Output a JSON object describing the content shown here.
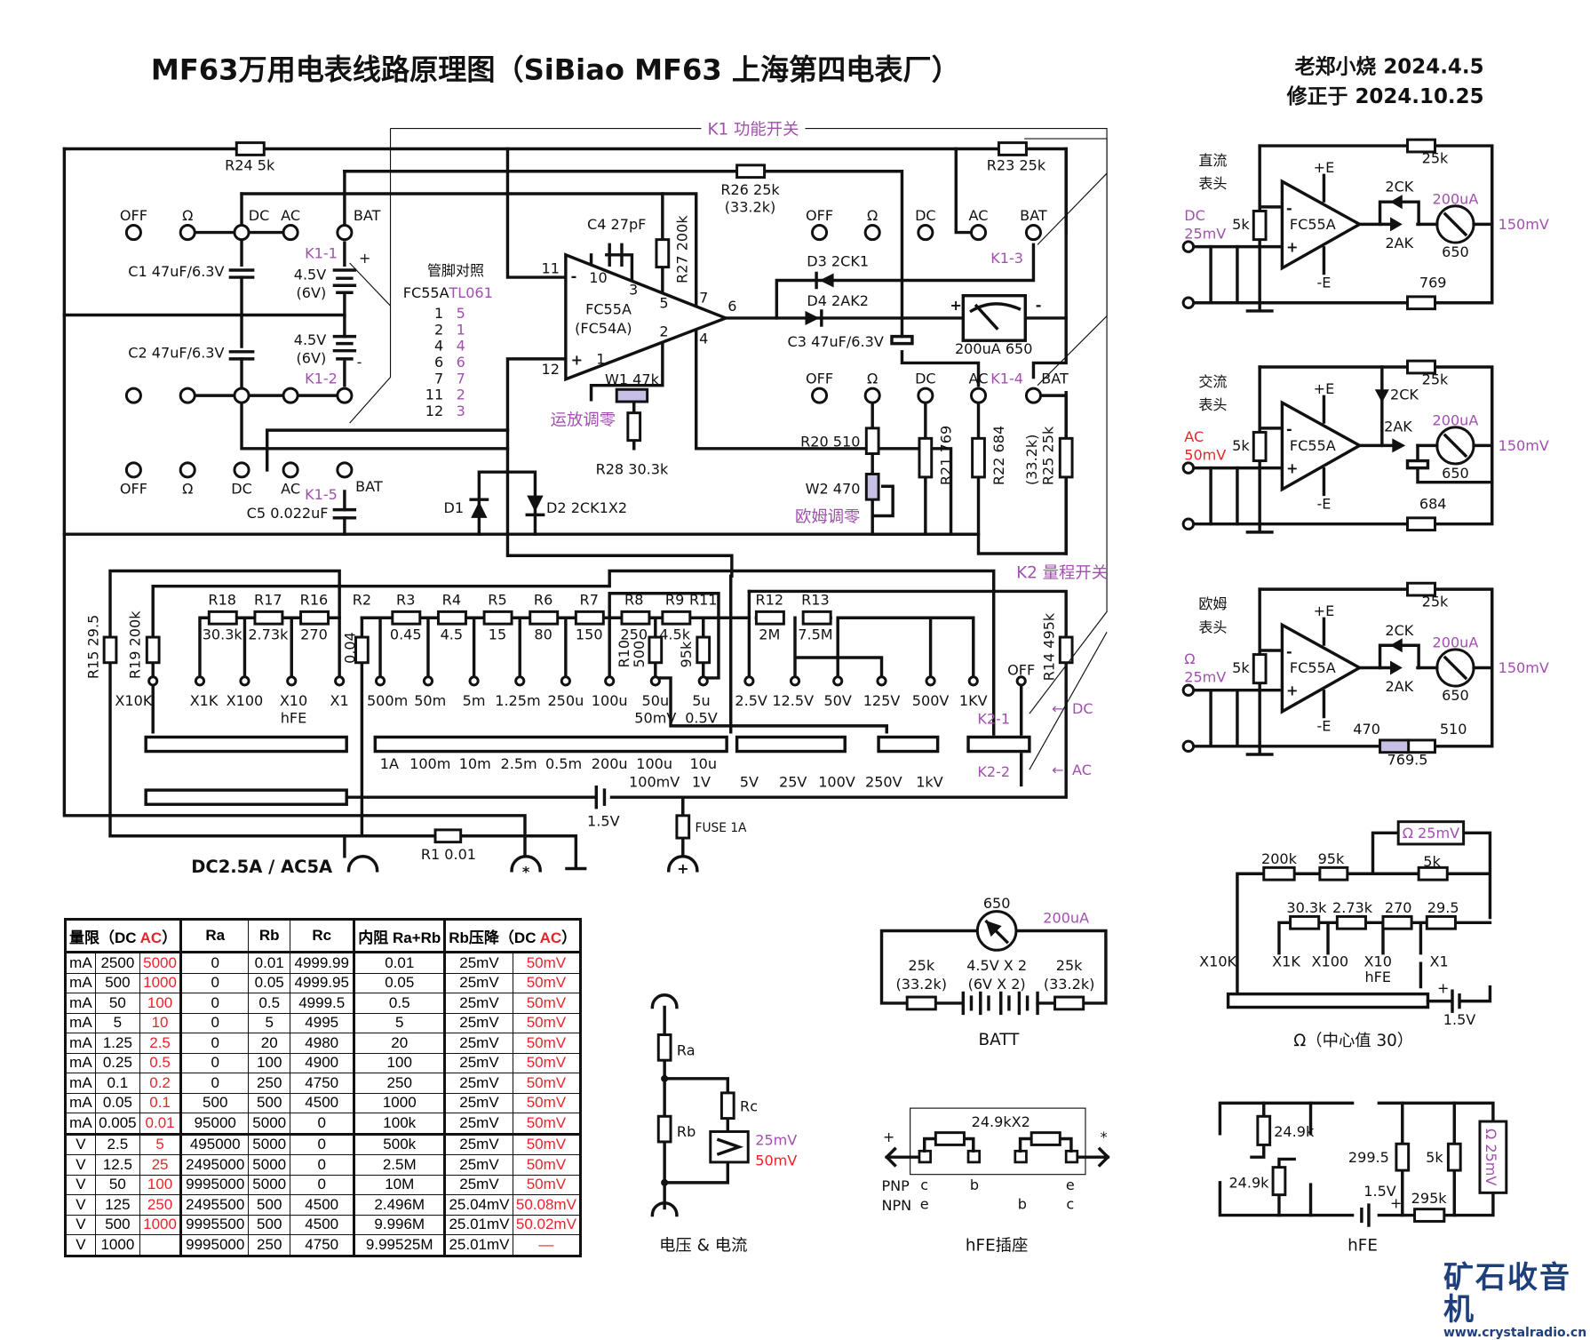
{
  "header": {
    "title": "MF63万用电表线路原理图（SiBiao MF63 上海第四电表厂）",
    "author_date": "老郑小烧 2024.4.5",
    "revised": "修正于 2024.10.25"
  },
  "k1": {
    "switch_title": "K1 功能开关",
    "positions": [
      "OFF",
      "Ω",
      "DC",
      "AC",
      "BAT"
    ],
    "contacts": [
      "K1-1",
      "K1-2",
      "K1-3",
      "K1-4",
      "K1-5"
    ]
  },
  "main": {
    "r24": "R24 5k",
    "r23": "R23 25k",
    "r26": "R26 25k",
    "r26b": "(33.2k)",
    "c1": "C1 47uF/6.3V",
    "c2": "C2 47uF/6.3V",
    "bat1a": "4.5V",
    "bat1b": "(6V)",
    "bat2a": "4.5V",
    "bat2b": "(6V)",
    "plus": "+",
    "minus": "-",
    "c4": "C4 27pF",
    "r27": "R27 200k",
    "opamp_a": "FC55A",
    "opamp_b": "(FC54A)",
    "pins": [
      "11",
      "10",
      "3",
      "5",
      "7",
      "6",
      "2",
      "4",
      "12",
      "1"
    ],
    "w1": "W1 47k",
    "opamp_zero": "运放调零",
    "r28": "R28 30.3k",
    "d1": "D1",
    "d2": "D2 2CK1X2",
    "d3": "D3 2CK1",
    "d4": "D4 2AK2",
    "c3": "C3 47uF/6.3V",
    "meter": "200uA 650",
    "r20": "R20 510",
    "w2": "W2 470",
    "ohm_zero": "欧姆调零",
    "r21": "R21 769",
    "r22": "R22 684",
    "r25": "R25 25k",
    "r25b": "(33.2k)",
    "c5": "C5 0.022uF",
    "pinmap_title": "管脚对照",
    "pinmap_head_a": "FC55A",
    "pinmap_head_b": "TL061",
    "pinmap": [
      [
        "1",
        "5"
      ],
      [
        "2",
        "1"
      ],
      [
        "4",
        "4"
      ],
      [
        "6",
        "6"
      ],
      [
        "7",
        "7"
      ],
      [
        "11",
        "2"
      ],
      [
        "12",
        "3"
      ]
    ]
  },
  "k2": {
    "title": "K2 量程开关",
    "contacts": [
      "K2-1",
      "K2-2"
    ],
    "dc": "DC",
    "ac": "AC",
    "off": "OFF",
    "arrow": "←",
    "r15": "R15 29.5",
    "r19": "R19 200k",
    "r14": "R14 495k",
    "r2": "R2",
    "r2v": "0.04",
    "ohm_res": [
      {
        "name": "R18",
        "value": "30.3k"
      },
      {
        "name": "R17",
        "value": "2.73k"
      },
      {
        "name": "R16",
        "value": "270"
      }
    ],
    "shunt_res": [
      {
        "name": "R3",
        "value": "0.45"
      },
      {
        "name": "R4",
        "value": "4.5"
      },
      {
        "name": "R5",
        "value": "15"
      },
      {
        "name": "R6",
        "value": "80"
      },
      {
        "name": "R7",
        "value": "150"
      },
      {
        "name": "R8",
        "value": "250"
      },
      {
        "name": "R9",
        "value": "4.5k"
      },
      {
        "name": "R11",
        "value": ""
      },
      {
        "name": "R12",
        "value": "2M"
      },
      {
        "name": "R13",
        "value": "7.5M"
      }
    ],
    "r10": "R10",
    "r10v": "500",
    "r95k": "95k",
    "ohm_taps": [
      "X10K",
      "X1K",
      "X100",
      "X10",
      "X1"
    ],
    "hfe": "hFE",
    "dc_taps": [
      "500m",
      "50m",
      "5m",
      "1.25m",
      "250u",
      "100u",
      "50u",
      "5u"
    ],
    "dc_taps2": [
      "50mV",
      "0.5V"
    ],
    "v_taps": [
      "2.5V",
      "12.5V",
      "50V",
      "125V",
      "500V",
      "1KV"
    ],
    "ac_taps": [
      "1A",
      "100m",
      "10m",
      "2.5m",
      "0.5m",
      "200u",
      "100u",
      "10u"
    ],
    "ac_taps2": [
      "100mV",
      "1V",
      "5V",
      "25V",
      "100V",
      "250V",
      "1kV"
    ],
    "bat15": "1.5V",
    "fuse": "FUSE 1A",
    "r1": "R1 0.01",
    "jack": "DC2.5A / AC5A"
  },
  "table": {
    "headers": [
      "量限（DC ",
      "AC",
      "）",
      "Ra",
      "Rb",
      "Rc",
      "内阻 Ra+Rb",
      "Rb压降（DC ",
      "AC",
      "）"
    ],
    "rows": [
      [
        "mA",
        "2500",
        "5000",
        "0",
        "0.01",
        "4999.99",
        "0.01",
        "25mV",
        "50mV"
      ],
      [
        "mA",
        "500",
        "1000",
        "0",
        "0.05",
        "4999.95",
        "0.05",
        "25mV",
        "50mV"
      ],
      [
        "mA",
        "50",
        "100",
        "0",
        "0.5",
        "4999.5",
        "0.5",
        "25mV",
        "50mV"
      ],
      [
        "mA",
        "5",
        "10",
        "0",
        "5",
        "4995",
        "5",
        "25mV",
        "50mV"
      ],
      [
        "mA",
        "1.25",
        "2.5",
        "0",
        "20",
        "4980",
        "20",
        "25mV",
        "50mV"
      ],
      [
        "mA",
        "0.25",
        "0.5",
        "0",
        "100",
        "4900",
        "100",
        "25mV",
        "50mV"
      ],
      [
        "mA",
        "0.1",
        "0.2",
        "0",
        "250",
        "4750",
        "250",
        "25mV",
        "50mV"
      ],
      [
        "mA",
        "0.05",
        "0.1",
        "500",
        "500",
        "4500",
        "1000",
        "25mV",
        "50mV"
      ],
      [
        "mA",
        "0.005",
        "0.01",
        "95000",
        "5000",
        "0",
        "100k",
        "25mV",
        "50mV"
      ],
      [
        "V",
        "2.5",
        "5",
        "495000",
        "5000",
        "0",
        "500k",
        "25mV",
        "50mV"
      ],
      [
        "V",
        "12.5",
        "25",
        "2495000",
        "5000",
        "0",
        "2.5M",
        "25mV",
        "50mV"
      ],
      [
        "V",
        "50",
        "100",
        "9995000",
        "5000",
        "0",
        "10M",
        "25mV",
        "50mV"
      ],
      [
        "V",
        "125",
        "250",
        "2495500",
        "500",
        "4500",
        "2.496M",
        "25.04mV",
        "50.08mV"
      ],
      [
        "V",
        "500",
        "1000",
        "9995500",
        "500",
        "4500",
        "9.996M",
        "25.01mV",
        "50.02mV"
      ],
      [
        "V",
        "1000",
        "",
        "9995000",
        "250",
        "4750",
        "9.99525M",
        "25.01mV",
        "—"
      ]
    ]
  },
  "sub_dc": {
    "title1": "直流",
    "title2": "表头",
    "in1": "DC",
    "in2": "25mV",
    "r5k": "5k",
    "opamp": "FC55A",
    "pe": "+E",
    "ne": "-E",
    "d_a": "2CK",
    "d_b": "2AK",
    "meter_i": "200uA",
    "meter_r": "650",
    "r25k": "25k",
    "r769": "769",
    "out": "150mV"
  },
  "sub_ac": {
    "title1": "交流",
    "title2": "表头",
    "in1": "AC",
    "in2": "50mV",
    "r5k": "5k",
    "opamp": "FC55A",
    "pe": "+E",
    "ne": "-E",
    "d_a": "2CK",
    "d_b": "2AK",
    "meter_i": "200uA",
    "meter_r": "650",
    "r25k": "25k",
    "r684": "684",
    "out": "150mV"
  },
  "sub_ohm": {
    "title1": "欧姆",
    "title2": "表头",
    "in1": "Ω",
    "in2": "25mV",
    "r5k": "5k",
    "opamp": "FC55A",
    "pe": "+E",
    "ne": "-E",
    "d_a": "2CK",
    "d_b": "2AK",
    "meter_i": "200uA",
    "meter_r": "650",
    "r25k": "25k",
    "pot": "470",
    "r510": "510",
    "sum": "769.5",
    "out": "150mV"
  },
  "ohm_net": {
    "box": "Ω 25mV",
    "r200k": "200k",
    "r95k": "95k",
    "r5k": "5k",
    "r303": "30.3k",
    "r273": "2.73k",
    "r270": "270",
    "r295": "29.5",
    "taps": [
      "X10K",
      "X1K",
      "X100",
      "X10",
      "X1"
    ],
    "hfe": "hFE",
    "bat": "1.5V",
    "plus": "+",
    "caption": "Ω（中心值 30）"
  },
  "batt": {
    "meter_r": "650",
    "meter_i": "200uA",
    "rl1": "25k",
    "rl2": "(33.2k)",
    "b1": "4.5V X 2",
    "b2": "(6V X 2)",
    "rr1": "25k",
    "rr2": "(33.2k)",
    "caption": "BATT"
  },
  "vi": {
    "ra": "Ra",
    "rb": "Rb",
    "rc": "Rc",
    "v1": "25mV",
    "v2": "50mV",
    "caption": "电压 & 电流"
  },
  "hfe_sock": {
    "res": "24.9kX2",
    "plus": "+",
    "star": "*",
    "pnp": "PNP",
    "npn": "NPN",
    "pnp_pins": [
      "c",
      "b",
      "e"
    ],
    "npn_pins": [
      "e",
      "b",
      "c"
    ],
    "caption": "hFE插座"
  },
  "hfe_circ": {
    "r1": "24.9k",
    "r2": "24.9k",
    "r3": "299.5",
    "r4": "5k",
    "r5": "295k",
    "bat": "1.5V",
    "box": "Ω 25mV",
    "plus": "+",
    "caption": "hFE"
  },
  "logo": {
    "cn": "矿石收音机",
    "url": "www.crystalradio.cn"
  },
  "colors": {
    "accent_purple": "#a24fb0",
    "ac_red": "#e8242a",
    "logo_blue": "#1f3f7a",
    "pot_fill": "#c7bfe6"
  }
}
